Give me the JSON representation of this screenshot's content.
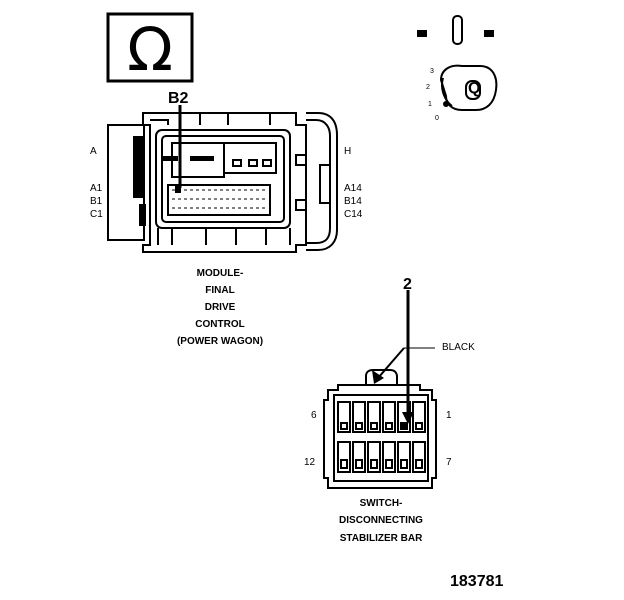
{
  "colors": {
    "ink": "#000000",
    "paper": "#ffffff"
  },
  "symbol": {
    "icon": "ohm-icon",
    "glyph": "Ω"
  },
  "ignition": {
    "positions": [
      "3",
      "2",
      "1",
      "0"
    ],
    "key_letter": "Q"
  },
  "module_connector": {
    "callout": "B2",
    "left_labels": [
      "A",
      "A1",
      "B1",
      "C1"
    ],
    "right_labels": [
      "H",
      "A14",
      "B14",
      "C14"
    ],
    "caption_lines": [
      "MODULE-",
      "FINAL",
      "DRIVE",
      "CONTROL",
      "(POWER WAGON)"
    ]
  },
  "switch_connector": {
    "callout": "2",
    "wire_color_label": "BLACK",
    "pin_top_left": "6",
    "pin_top_right": "1",
    "pin_bottom_left": "12",
    "pin_bottom_right": "7",
    "caption_lines": [
      "SWITCH-",
      "DISCONNECTING",
      "STABILIZER BAR"
    ]
  },
  "figure_number": "183781"
}
